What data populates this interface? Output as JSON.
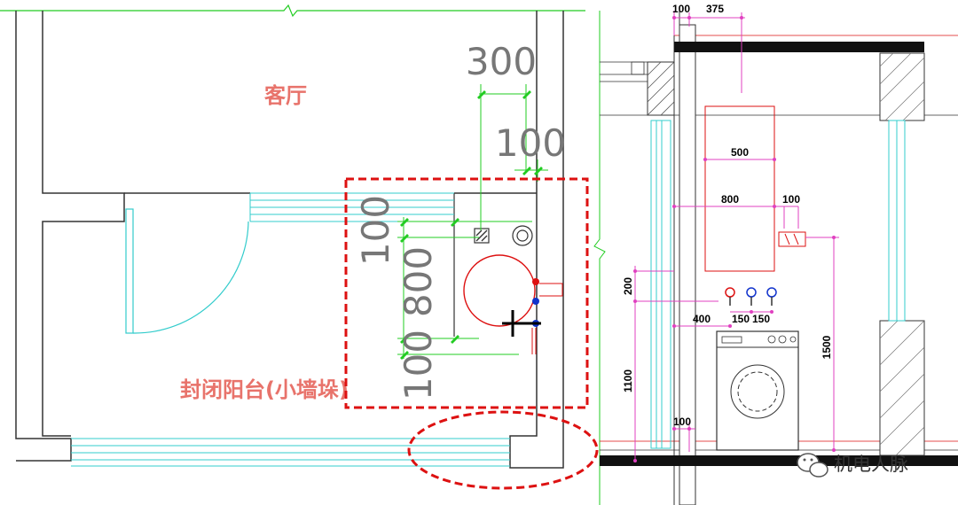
{
  "rooms": {
    "living_room": "客厅",
    "enclosed_balcony": "封闭阳台(小墙垛)"
  },
  "plan_dimensions": {
    "top_width": "300",
    "top_small": "100",
    "vertical_1": "100",
    "vertical_2": "800",
    "vertical_3": "100"
  },
  "elevation_dimensions": {
    "top_left": "100",
    "top_right": "375",
    "cabinet_width": "500",
    "cabinet_outer": "800",
    "socket_gap": "100",
    "height_200": "200",
    "height_1100": "1100",
    "height_1500": "1500",
    "tap_offset": "400",
    "tap_gap_1": "150",
    "tap_gap_2": "150",
    "bottom_100": "100"
  },
  "watermark": "机电人脉",
  "colors": {
    "wall": "#333333",
    "glass": "#33cccc",
    "dim_line": "#22cc22",
    "elev_dim": "#e040c0",
    "highlight": "#dd1111",
    "room_text": "#e8736b"
  }
}
